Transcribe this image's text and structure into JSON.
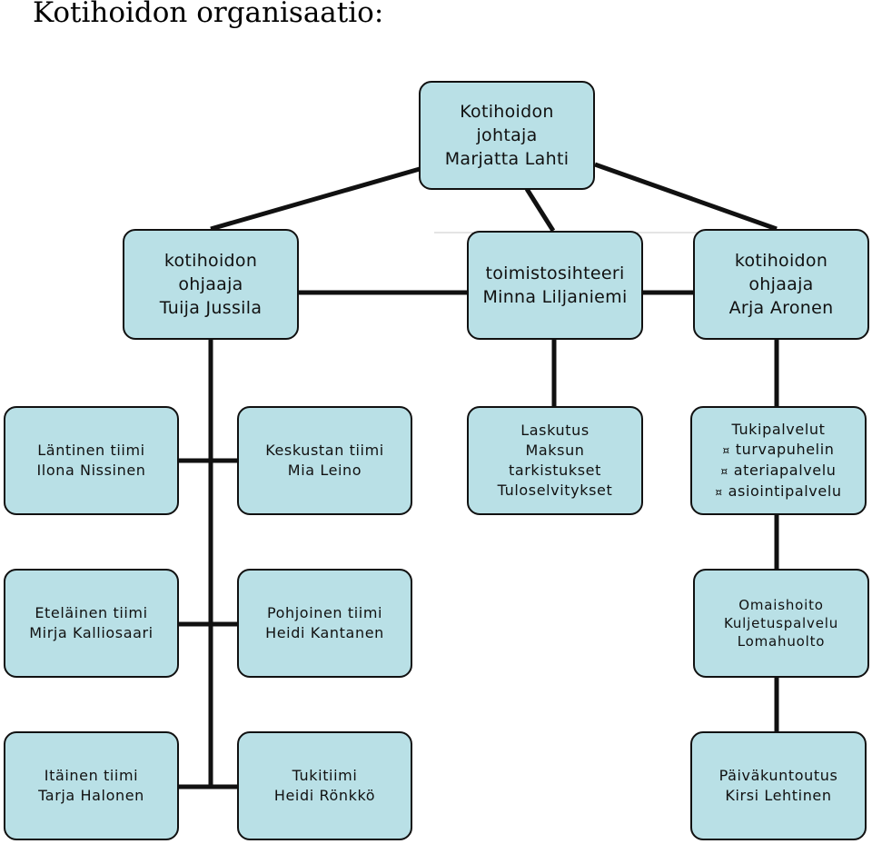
{
  "title": "Kotihoidon organisaatio:",
  "nodes": {
    "johtaja": {
      "lines": [
        "Kotihoidon",
        "johtaja",
        "Marjatta Lahti"
      ]
    },
    "ohjaaja_tuija": {
      "lines": [
        "kotihoidon",
        "ohjaaja",
        "Tuija Jussila"
      ]
    },
    "toimistosihteeri": {
      "lines": [
        "toimistosihteeri",
        "Minna Liljaniemi"
      ]
    },
    "ohjaaja_arja": {
      "lines": [
        "kotihoidon",
        "ohjaaja",
        "Arja Aronen"
      ]
    },
    "lantinen": {
      "lines": [
        "Läntinen tiimi",
        "Ilona Nissinen"
      ]
    },
    "keskustan": {
      "lines": [
        "Keskustan tiimi",
        "Mia Leino"
      ]
    },
    "laskutus": {
      "lines": [
        "Laskutus",
        "Maksun",
        "tarkistukset",
        "Tuloselvitykset"
      ]
    },
    "tukipalvelut": {
      "heading": "Tukipalvelut",
      "bullet": "¤",
      "items": [
        "turvapuhelin",
        "ateriapalvelu",
        "asiointipalvelu"
      ]
    },
    "etelainen": {
      "lines": [
        "Eteläinen tiimi",
        "Mirja Kalliosaari"
      ]
    },
    "pohjoinen": {
      "lines": [
        "Pohjoinen tiimi",
        "Heidi Kantanen"
      ]
    },
    "omaishoito": {
      "lines": [
        "Omaishoito",
        "Kuljetuspalvelu",
        "Lomahuolto"
      ]
    },
    "itainen": {
      "lines": [
        "Itäinen tiimi",
        "Tarja Halonen"
      ]
    },
    "tukitiimi": {
      "lines": [
        "Tukitiimi",
        "Heidi Rönkkö"
      ]
    },
    "paivakuntoutus": {
      "lines": [
        "Päiväkuntoutus",
        "Kirsi Lehtinen"
      ]
    }
  }
}
